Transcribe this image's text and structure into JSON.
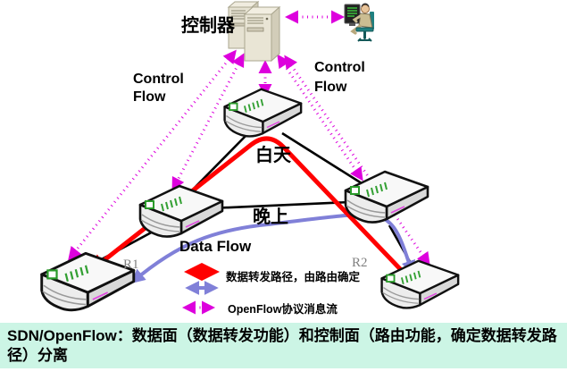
{
  "labels": {
    "controller": "控制器",
    "control_flow_line1": "Control",
    "control_flow_line2": "Flow",
    "day_path": "白天",
    "night_path": "晚上",
    "data_flow": "Data Flow",
    "router_r1": "R1",
    "router_r2": "R2"
  },
  "legend": {
    "data_path_label": "数据转发路径，由路由确定",
    "openflow_label": "OpenFlow协议消息流"
  },
  "banner": {
    "prefix": "SDN/OpenFlow：",
    "body": "数据面（数据转发功能）和控制面（路由功能，确定数据转发路径）分离"
  },
  "icons": {
    "controller": "server-towers-icon",
    "operator": "operator-at-computer-icon",
    "router": "router-icon"
  },
  "colors": {
    "openflow_message": "#DD00DD",
    "day_data_path": "#FF0000",
    "night_data_path": "#8080D8",
    "physical_link": "#000000",
    "banner_background": "#CCF5E5",
    "router_label_gray": "#808080"
  }
}
